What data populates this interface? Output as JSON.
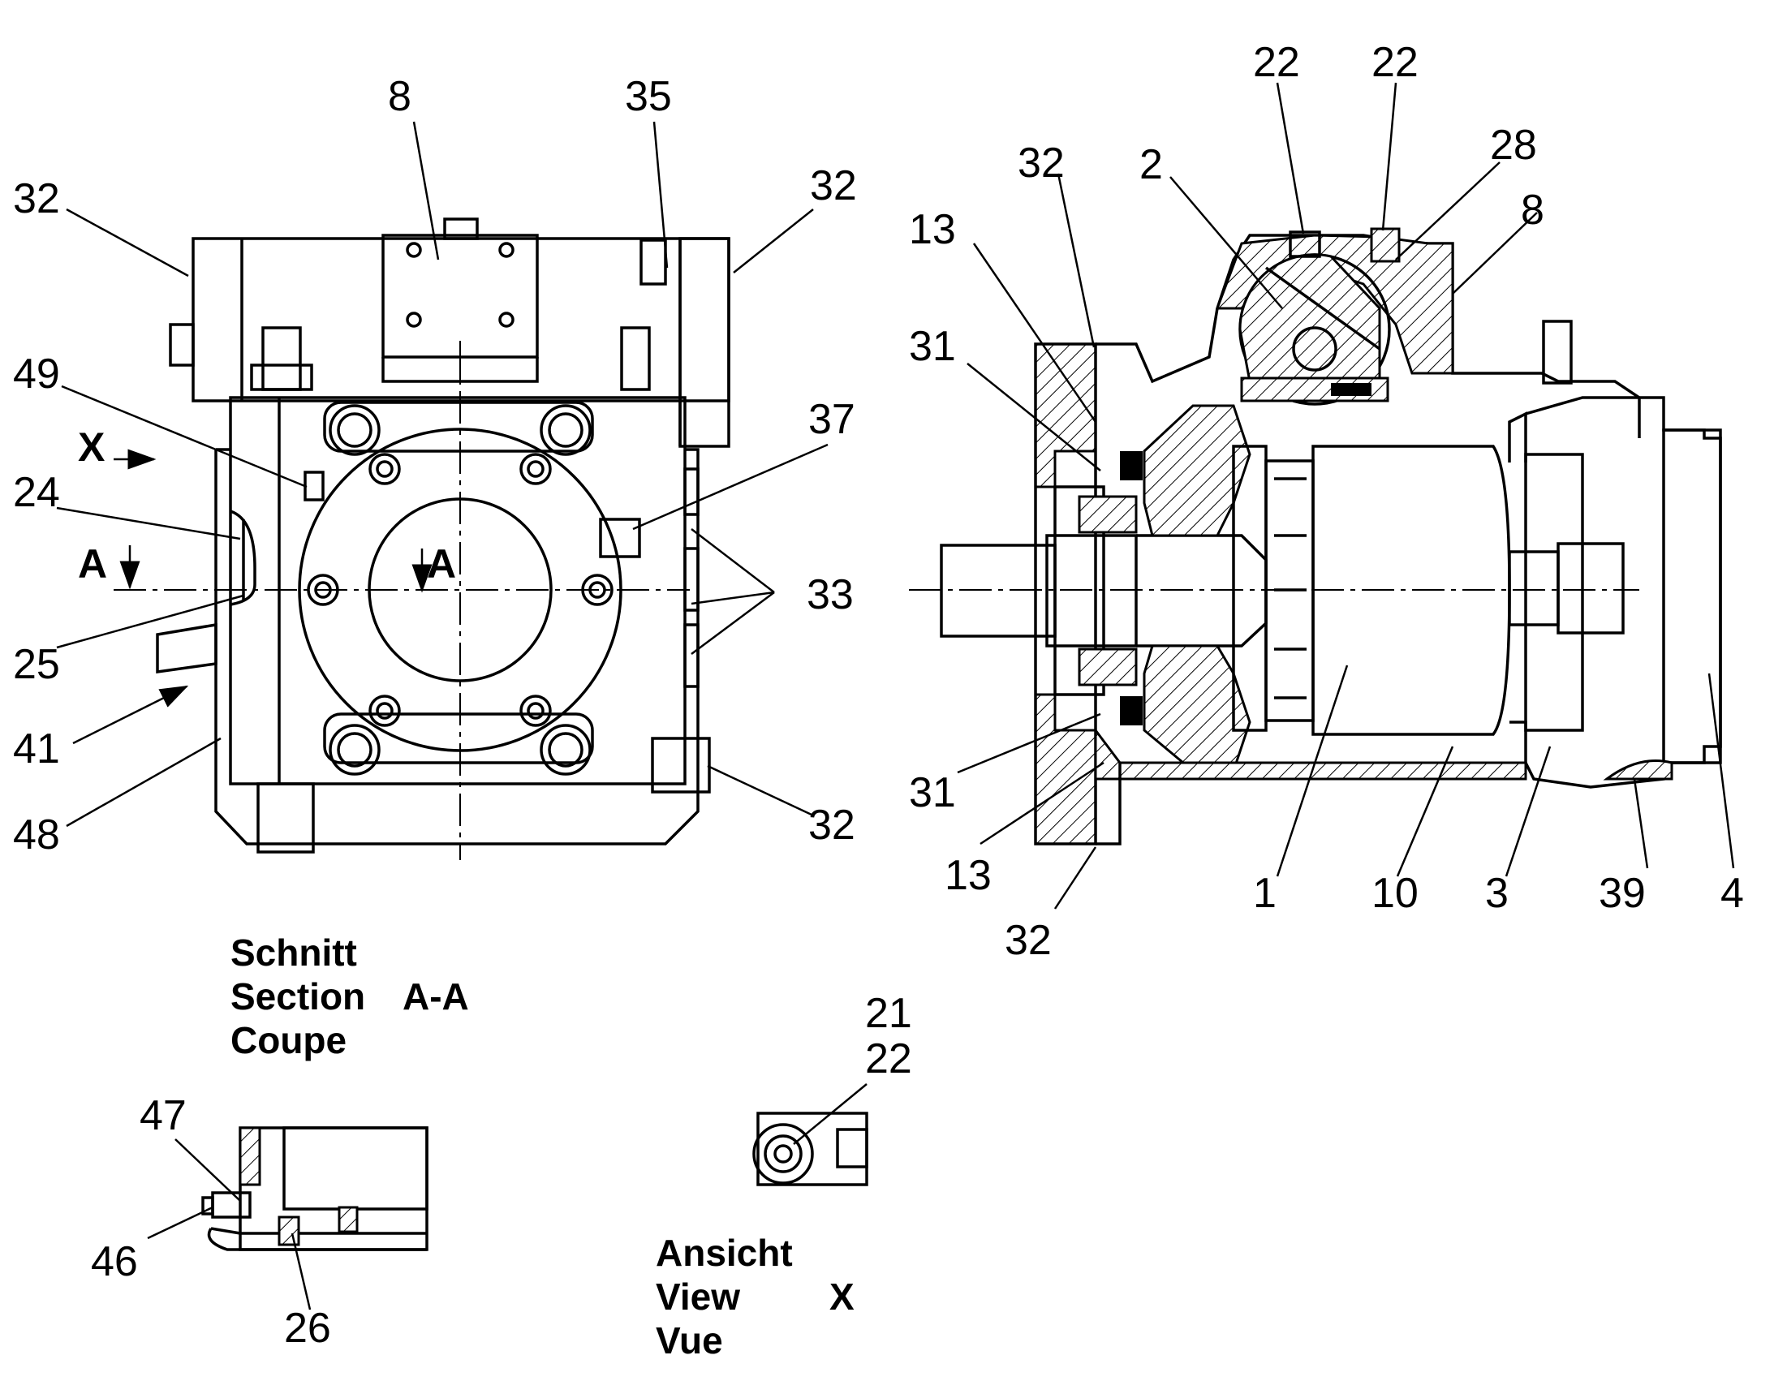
{
  "labels": {
    "front": {
      "n8": "8",
      "n35": "35",
      "n32a": "32",
      "n32b": "32",
      "n49": "49",
      "n24": "24",
      "n25": "25",
      "n41": "41",
      "n48": "48",
      "n37": "37",
      "n33": "33",
      "n32c": "32"
    },
    "side": {
      "n22a": "22",
      "n22b": "22",
      "n28": "28",
      "n32a": "32",
      "n2": "2",
      "n8": "8",
      "n13a": "13",
      "n31a": "31",
      "n31b": "31",
      "n13b": "13",
      "n32b": "32",
      "n1": "1",
      "n10": "10",
      "n3": "3",
      "n39": "39",
      "n4": "4"
    },
    "section": {
      "n47": "47",
      "n46": "46",
      "n26": "26"
    },
    "view": {
      "n21": "21",
      "n22": "22"
    }
  },
  "markers": {
    "x_arrow": "X",
    "section_a_left": "A",
    "section_a_right": "A"
  },
  "captions": {
    "section": {
      "de": "Schnitt",
      "en": "Section",
      "fr": "Coupe",
      "ref": "A-A"
    },
    "view": {
      "de": "Ansicht",
      "en": "View",
      "fr": "Vue",
      "ref": "X"
    }
  }
}
